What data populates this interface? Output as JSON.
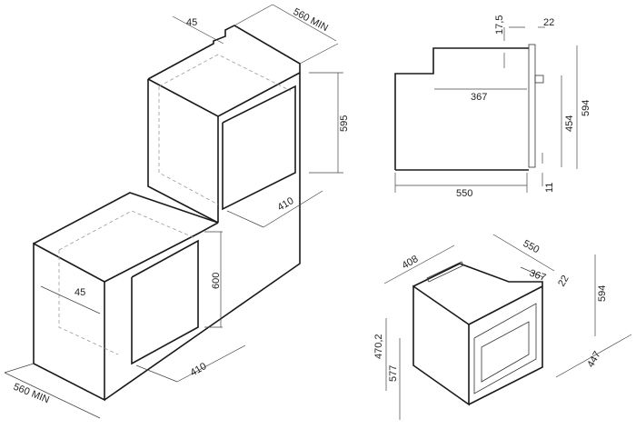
{
  "niche_diagram": {
    "upper_notch": "45",
    "upper_depth": "560 MIN",
    "upper_height": "595",
    "upper_width": "410",
    "lower_height": "600",
    "lower_notch": "45",
    "lower_width": "410",
    "lower_depth": "560 MIN"
  },
  "side_view": {
    "top_offset": "17,5",
    "front_thickness": "22",
    "step_depth": "367",
    "total_height": "594",
    "door_height": "454",
    "depth": "550",
    "bottom_offset": "11"
  },
  "iso_view": {
    "width": "408",
    "depth": "550",
    "step_depth": "367",
    "front_thickness": "22",
    "height": "594",
    "side_height": "470,2",
    "body_height": "577",
    "front_width": "447"
  }
}
